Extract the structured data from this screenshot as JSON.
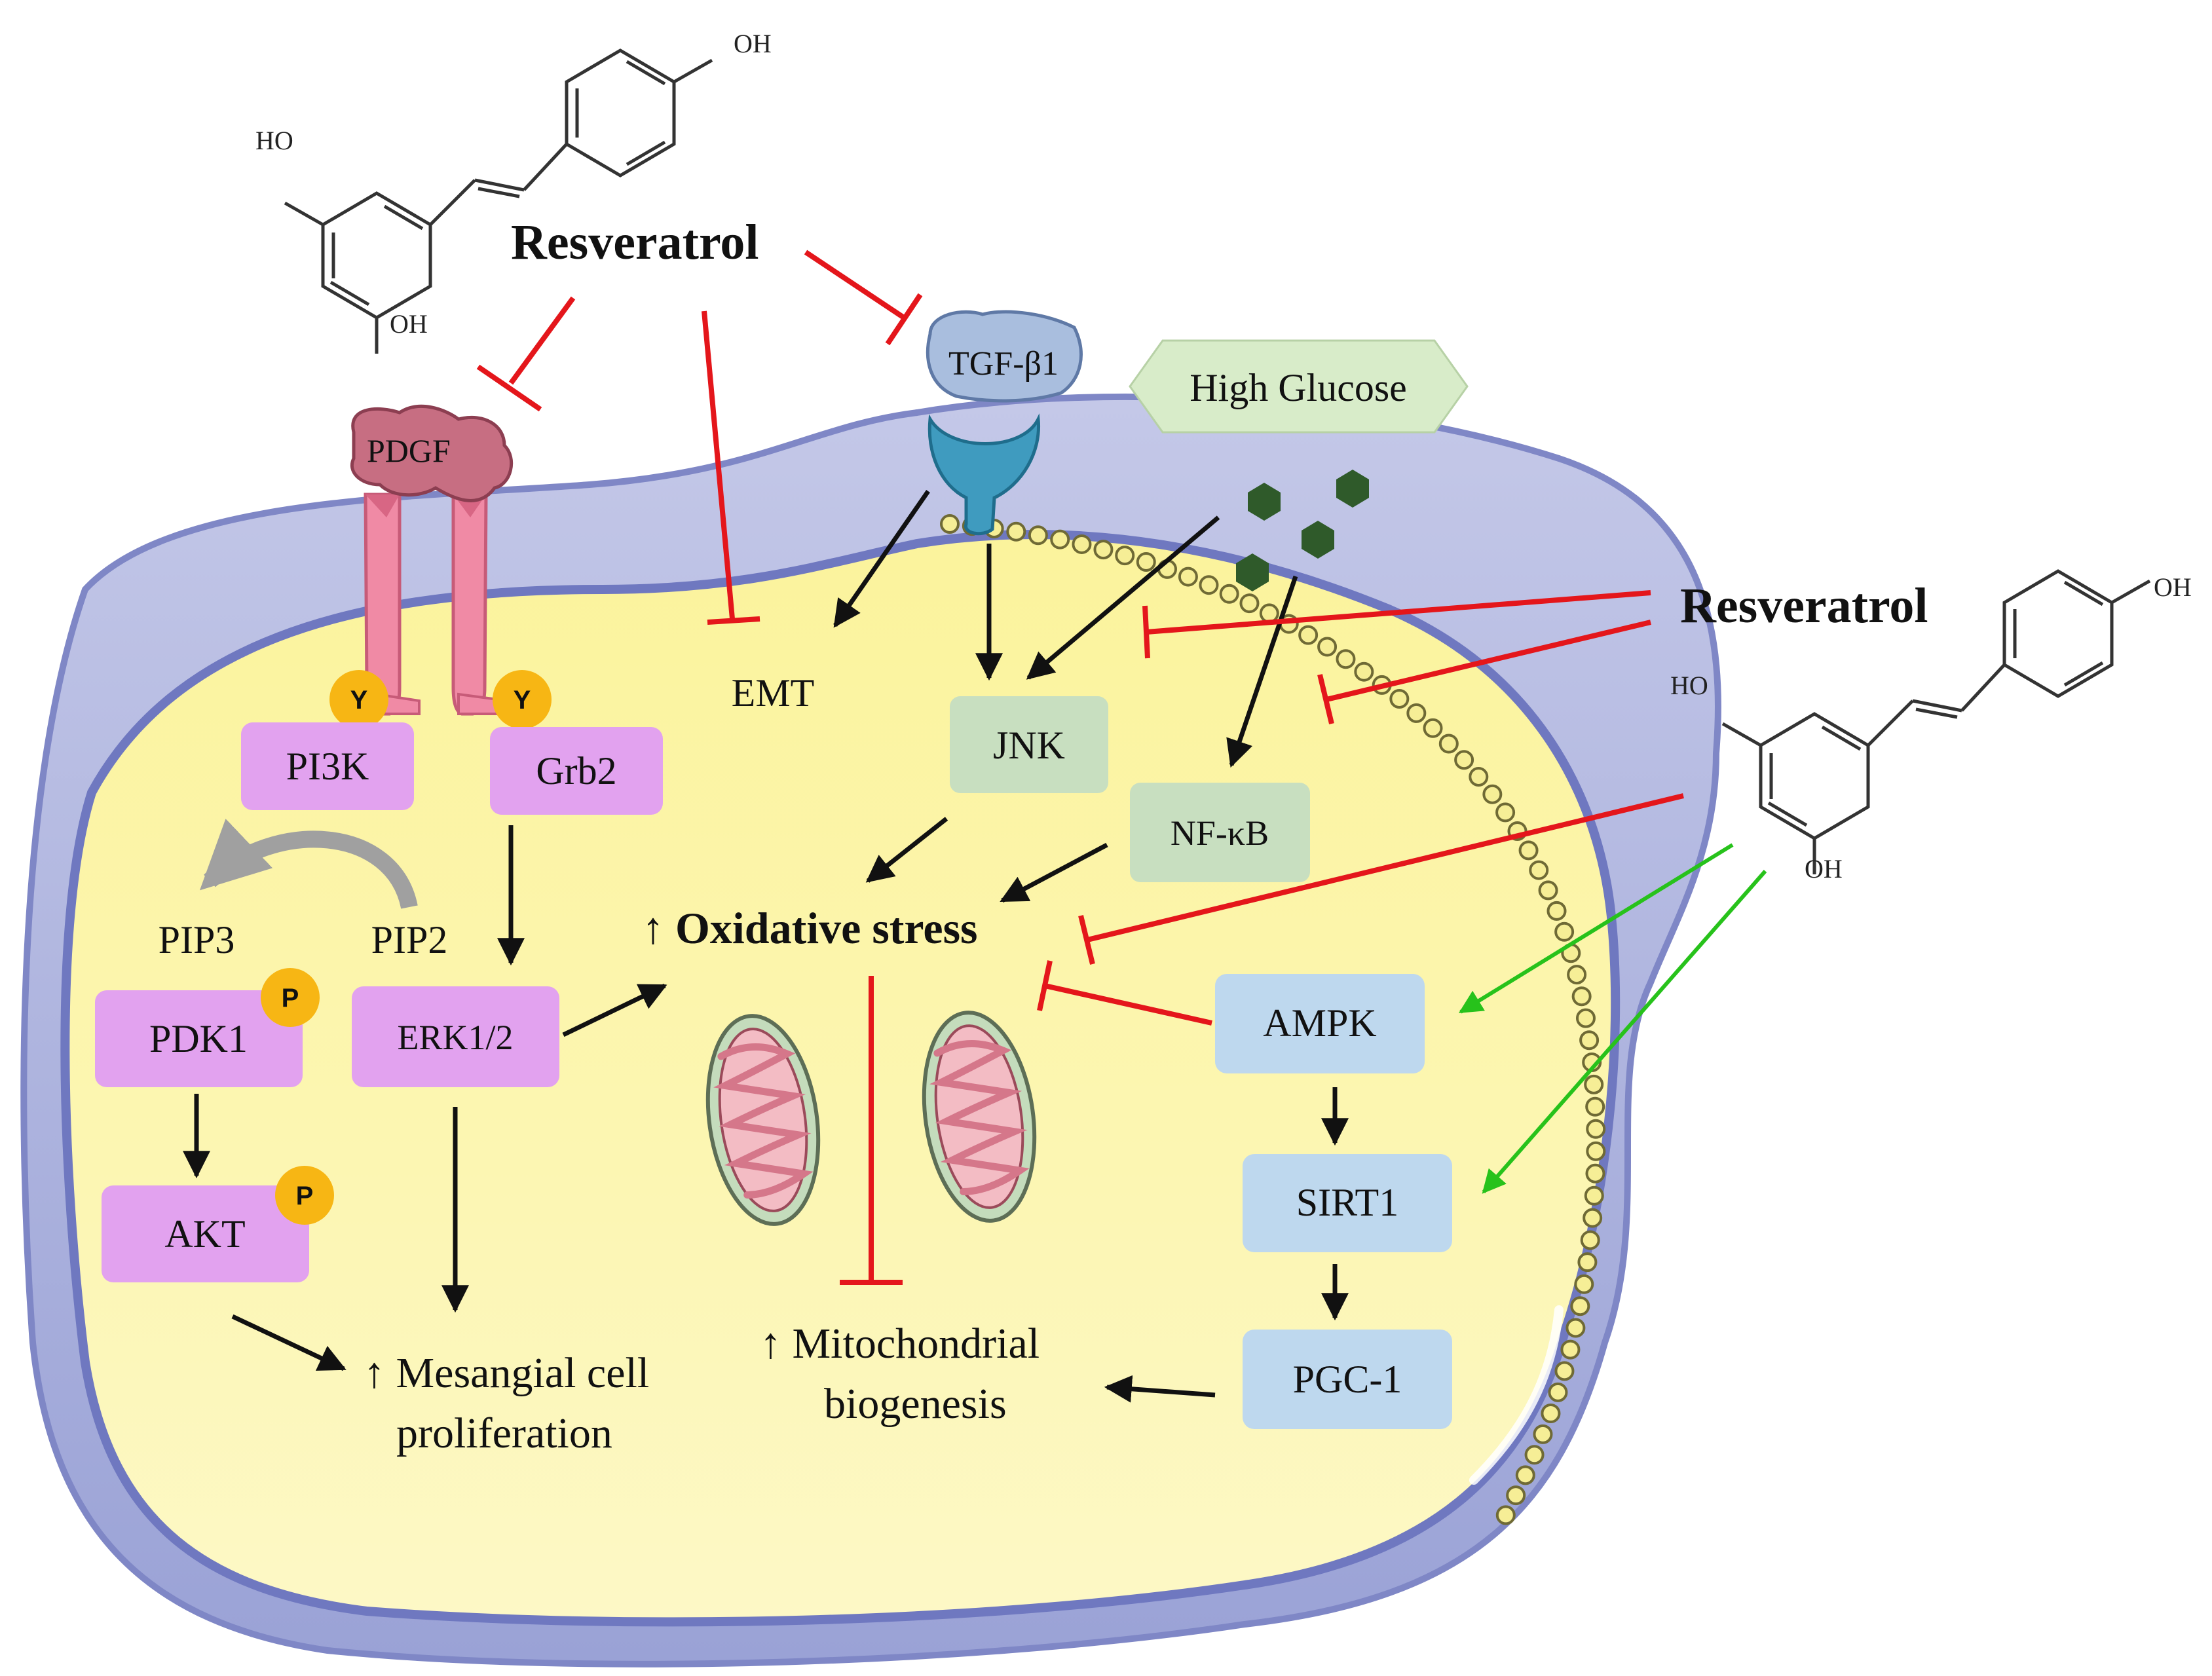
{
  "labels": {
    "resveratrol_top": "Resveratrol",
    "resveratrol_right": "Resveratrol",
    "chem_top_ho_left": "HO",
    "chem_top_oh_bottom": "OH",
    "chem_top_oh_right": "OH",
    "chem_right_ho_left": "HO",
    "chem_right_oh_bottom": "OH",
    "chem_right_oh_right": "OH",
    "pdgf": "PDGF",
    "tgf": "TGF-β1",
    "high_glucose": "High Glucose",
    "y_left": "Y",
    "y_right": "Y",
    "pi3k": "PI3K",
    "grb2": "Grb2",
    "pip3": "PIP3",
    "pip2": "PIP2",
    "pdk1": "PDK1",
    "akt": "AKT",
    "p_pdk1": "P",
    "p_akt": "P",
    "erk": "ERK1/2",
    "emt": "EMT",
    "jnk": "JNK",
    "nfkb": "NF-κB",
    "oxidative": "↑ Oxidative stress",
    "ampk": "AMPK",
    "sirt1": "SIRT1",
    "pgc1": "PGC-1",
    "mesangial_l1": "↑ Mesangial cell",
    "mesangial_l2": "proliferation",
    "mito_l1": "↑ Mitochondrial",
    "mito_l2": "biogenesis"
  },
  "colors": {
    "membrane": "#b9bde0",
    "membrane_edge": "#7f87c6",
    "cytoplasm": "#fbf4a6",
    "purple_box": "#e2a2ef",
    "green_box": "#c8dfc0",
    "blue_box": "#bed8ee",
    "inhibit": "#e4161b",
    "activate_green": "#27c21b",
    "badge": "#f7b614",
    "receptor": "#f08aa5",
    "pdgf_ligand": "#c46b7e",
    "tgf_ligand": "#a9bede",
    "tgf_receptor": "#3f9bbf",
    "glucose_hex": "#2f5a2a",
    "glucose_label_bg": "#d8ecc9"
  },
  "icons": [
    "resveratrol-structure",
    "pdgf-receptor",
    "tgf-receptor",
    "glucose-hexagon",
    "mitochondrion",
    "phosphate-badge",
    "tyrosine-badge"
  ]
}
